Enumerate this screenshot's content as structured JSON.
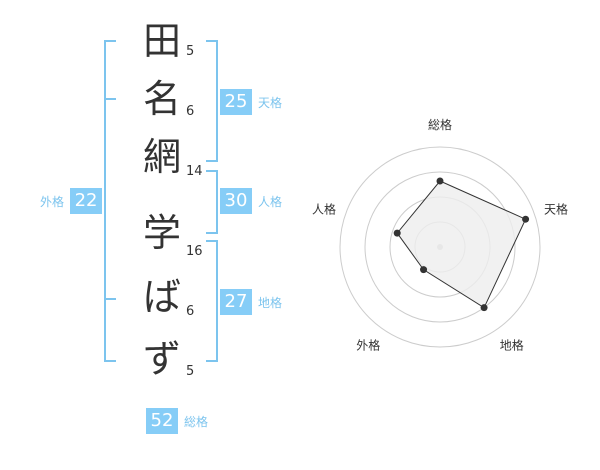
{
  "name": {
    "characters": [
      "田",
      "名",
      "網",
      "学",
      "ば",
      "ず"
    ],
    "strokes": [
      "5",
      "6",
      "14",
      "16",
      "6",
      "5"
    ]
  },
  "scores": {
    "tenkaku": {
      "label": "天格",
      "value": "25"
    },
    "jinkaku": {
      "label": "人格",
      "value": "30"
    },
    "chikaku": {
      "label": "地格",
      "value": "27"
    },
    "gaikaku": {
      "label": "外格",
      "value": "22"
    },
    "soukaku": {
      "label": "総格",
      "value": "52"
    }
  },
  "chart_data": {
    "type": "radar",
    "axes": [
      "総格",
      "天格",
      "地格",
      "外格",
      "人格"
    ],
    "values": [
      0.66,
      0.9,
      0.75,
      0.28,
      0.45
    ],
    "rings": 4,
    "grid": true,
    "colors": {
      "fill": "#eeeeee",
      "stroke": "#333333",
      "grid": "#cccccc"
    }
  }
}
